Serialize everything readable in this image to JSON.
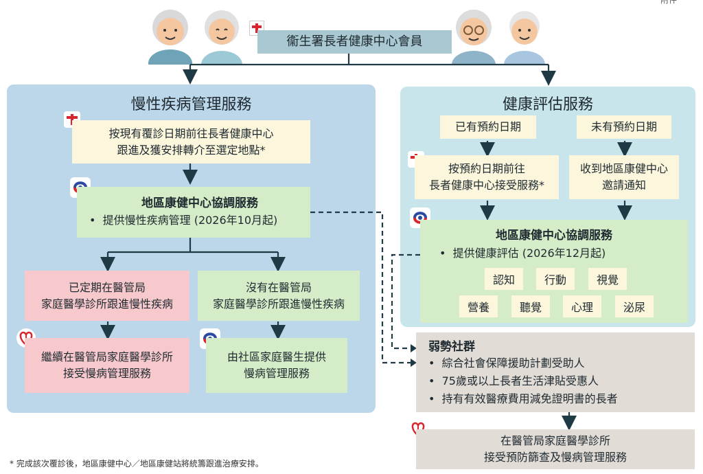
{
  "top_label": "衞生署長者健康中心會員",
  "corner_mark": "附件",
  "left_panel": {
    "title": "慢性疾病管理服務",
    "step1": [
      "按現有覆診日期前往長者健康中心",
      "跟進及獲安排轉介至選定地點*"
    ],
    "coord_title": "地區康健中心協調服務",
    "coord_bullet": "提供慢性疾病管理 (2026年10月起)",
    "branch_a": [
      "已定期在醫管局",
      "家庭醫學診所跟進慢性疾病"
    ],
    "branch_b": [
      "沒有在醫管局",
      "家庭醫學診所跟進慢性疾病"
    ],
    "result_a": [
      "繼續在醫管局家庭醫學診所",
      "接受慢病管理服務"
    ],
    "result_b": [
      "由社區家庭醫生提供",
      "慢病管理服務"
    ]
  },
  "right_panel": {
    "title": "健康評估服務",
    "option_a": "已有預約日期",
    "option_b": "未有預約日期",
    "step_a": [
      "按預約日期前往",
      "長者健康中心接受服務*"
    ],
    "step_b": [
      "收到地區康健中心",
      "邀請通知"
    ],
    "coord_title": "地區康健中心協調服務",
    "coord_bullet": "提供健康評估 (2026年12月起)",
    "assessments": [
      "認知",
      "行動",
      "視覺",
      "營養",
      "聽覺",
      "心理",
      "泌尿"
    ]
  },
  "vulnerable": {
    "title": "弱勢社群",
    "items": [
      "綜合社會保障援助計劃受助人",
      "75歲或以上長者生活津貼受惠人",
      "持有有效醫療費用減免證明書的長者"
    ]
  },
  "final": [
    "在醫管局家庭醫學診所",
    "接受預防篩查及慢病管理服務"
  ],
  "footnote": "* 完成該次覆診後，地區康健中心／地區康健站將統籌跟進治療安排。",
  "colors": {
    "left_panel_bg": "#bcd6ea",
    "right_panel_bg": "#c9e5ec",
    "cream": "#fbf6dc",
    "green": "#d4ecc8",
    "pink": "#f7c9cd",
    "grey": "#e2dcd6",
    "top_label_bg": "#aac8d1",
    "line": "#1f3a44"
  }
}
